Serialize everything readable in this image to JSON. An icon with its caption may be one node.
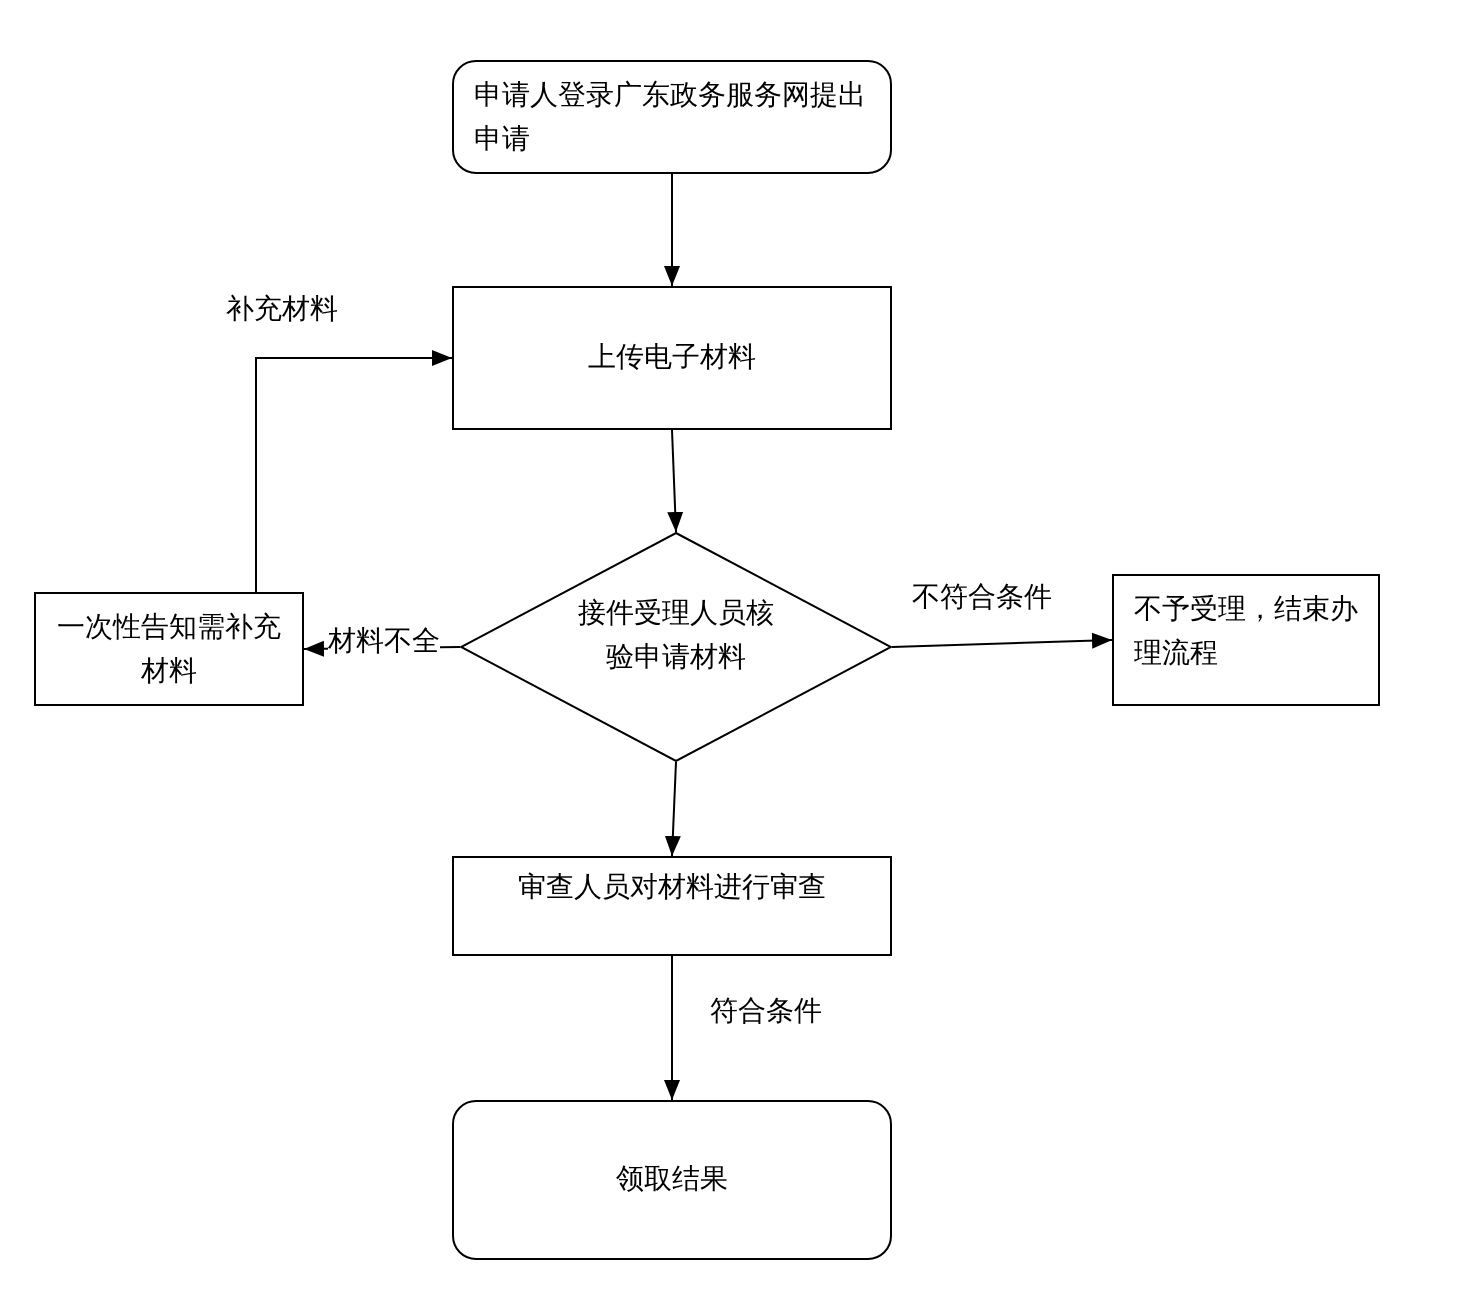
{
  "diagram": {
    "nodes": [
      {
        "text": [
          "申请人登录广东政务服务网提出申请"
        ]
      },
      {
        "text": [
          "上传电子材料"
        ]
      },
      {
        "text": [
          "接件受理人员核验申请材料"
        ]
      },
      {
        "text": [
          "一次性告知需补充材料"
        ]
      },
      {
        "text": [
          "不予受理，结束办理流程"
        ]
      },
      {
        "text": [
          "审查人员对材料进行审查"
        ]
      },
      {
        "text": [
          "领取结果"
        ]
      }
    ],
    "edges": [
      {
        "from": 0,
        "to": 1,
        "arrow": "to"
      },
      {
        "from": 1,
        "to": 2,
        "arrow": "to"
      },
      {
        "from": 2,
        "to": 3,
        "arrow": "to",
        "label": "材料不全"
      },
      {
        "from": 3,
        "to": 1,
        "arrow": "to",
        "label": "补充材料"
      },
      {
        "from": 2,
        "to": 4,
        "arrow": "to",
        "label": "不符合条件"
      },
      {
        "from": 2,
        "to": 5,
        "arrow": "to"
      },
      {
        "from": 5,
        "to": 6,
        "arrow": "to",
        "label": "符合条件"
      }
    ]
  }
}
